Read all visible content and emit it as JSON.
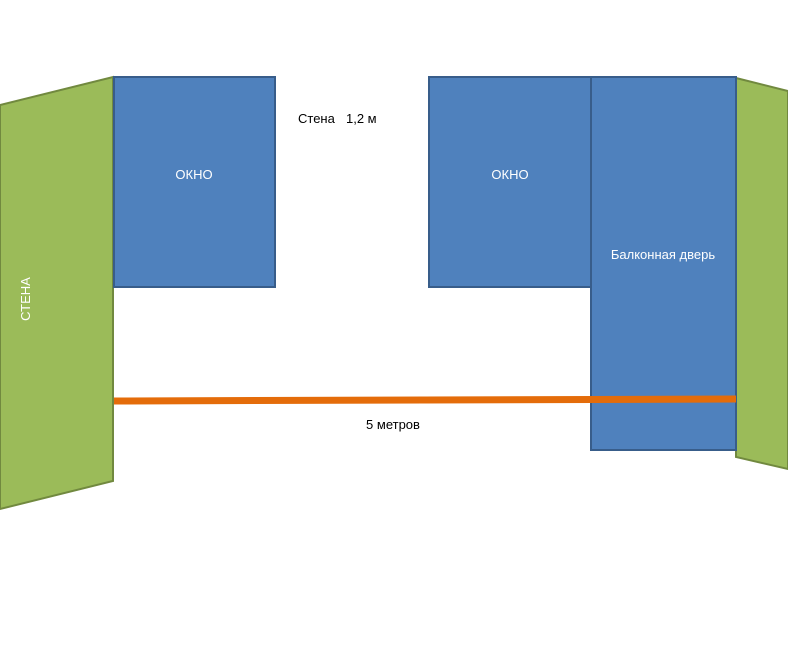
{
  "labels": {
    "left_wall": "СТЕНА",
    "window_left": "ОКНО",
    "window_right": "ОКНО",
    "balcony_door": "Балконная дверь",
    "wall_width_word": "Стена",
    "wall_width_value": "1,2 м",
    "length": "5 метров"
  },
  "colors": {
    "wall_fill": "#9BBB59",
    "wall_stroke": "#71893F",
    "opening_fill": "#4F81BD",
    "opening_stroke": "#385D8A",
    "measure_line": "#E46C0A",
    "background": "#FFFFFF"
  }
}
